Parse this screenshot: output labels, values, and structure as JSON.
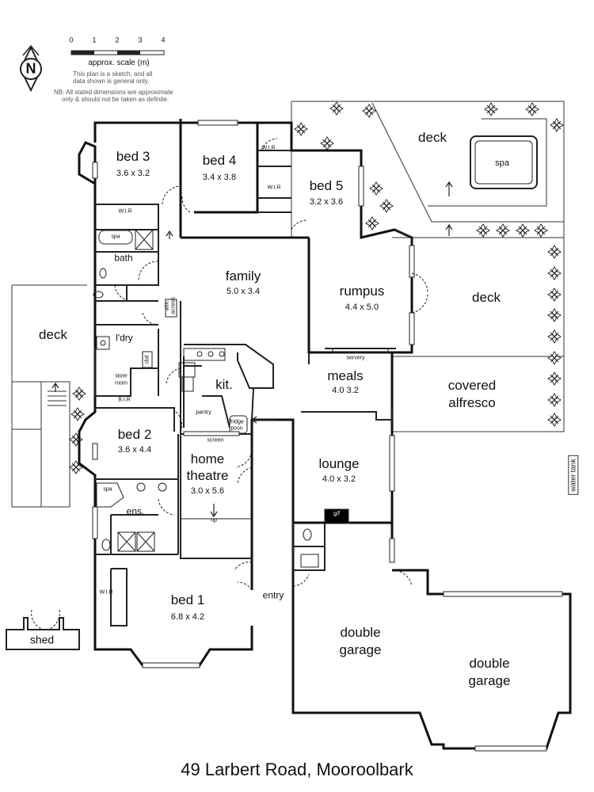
{
  "scale": {
    "ticks": [
      "0",
      "1",
      "2",
      "3",
      "4"
    ],
    "label": "approx. scale (m)",
    "disclaimer": [
      "This plan is a sketch, and all",
      "data shown is general only."
    ],
    "note": [
      "NB: All stated dimensions are approximate",
      "only & should not be taken as definite."
    ]
  },
  "compass": {
    "letter": "N"
  },
  "rooms": {
    "bed3": {
      "name": "bed 3",
      "dims": "3.6 x 3.2"
    },
    "bed4": {
      "name": "bed 4",
      "dims": "3.4 x 3.8"
    },
    "bed5": {
      "name": "bed 5",
      "dims": "3.2 x 3.6"
    },
    "family": {
      "name": "family",
      "dims": "5.0 x 3.4"
    },
    "rumpus": {
      "name": "rumpus",
      "dims": "4.4 x 5.0"
    },
    "meals": {
      "name": "meals",
      "dims": "4.0 3.2"
    },
    "kitchen": {
      "name": "kit."
    },
    "bed2": {
      "name": "bed 2",
      "dims": "3.6 x 4.4"
    },
    "home_theatre": {
      "name": [
        "home",
        "theatre"
      ],
      "dims": "3.0 x 5.6"
    },
    "lounge": {
      "name": "lounge",
      "dims": "4.0 x 3.2"
    },
    "bed1": {
      "name": "bed 1",
      "dims": "6.8 x 4.2"
    },
    "garage1": {
      "name": [
        "double",
        "garage"
      ]
    },
    "garage2": {
      "name": [
        "double",
        "garage"
      ]
    },
    "covered_alfresco": {
      "name": [
        "covered",
        "alfresco"
      ]
    },
    "deck_top": {
      "name": "deck"
    },
    "deck_right": {
      "name": "deck"
    },
    "deck_left": {
      "name": "deck"
    },
    "spa_outdoor": {
      "name": "spa"
    },
    "shed": {
      "name": "shed"
    },
    "entry": {
      "name": "entry"
    },
    "bath": {
      "name": "bath"
    },
    "laundry": {
      "name": "l'dry"
    },
    "ensuite": {
      "name": "ens."
    }
  },
  "small_labels": {
    "wir_bed3": "W.I.R",
    "wir_bed4": "W.I.R",
    "wir_bed5": "W.I.R",
    "wir_bed1": "W.I.R",
    "spa_bath": "spa",
    "spa_ens": "spa",
    "attic_access": [
      "attic",
      "access"
    ],
    "store_room": [
      "store",
      "room"
    ],
    "cbd": "cbd",
    "bir": "B.I.R",
    "pantry": "pantry",
    "fridge": [
      "fridge",
      "posn"
    ],
    "screen": "screen",
    "servery": "servery",
    "up": "up",
    "glf": "g/f",
    "water_tank": "water tank"
  },
  "address": "49 Larbert Road, Mooroolbark"
}
